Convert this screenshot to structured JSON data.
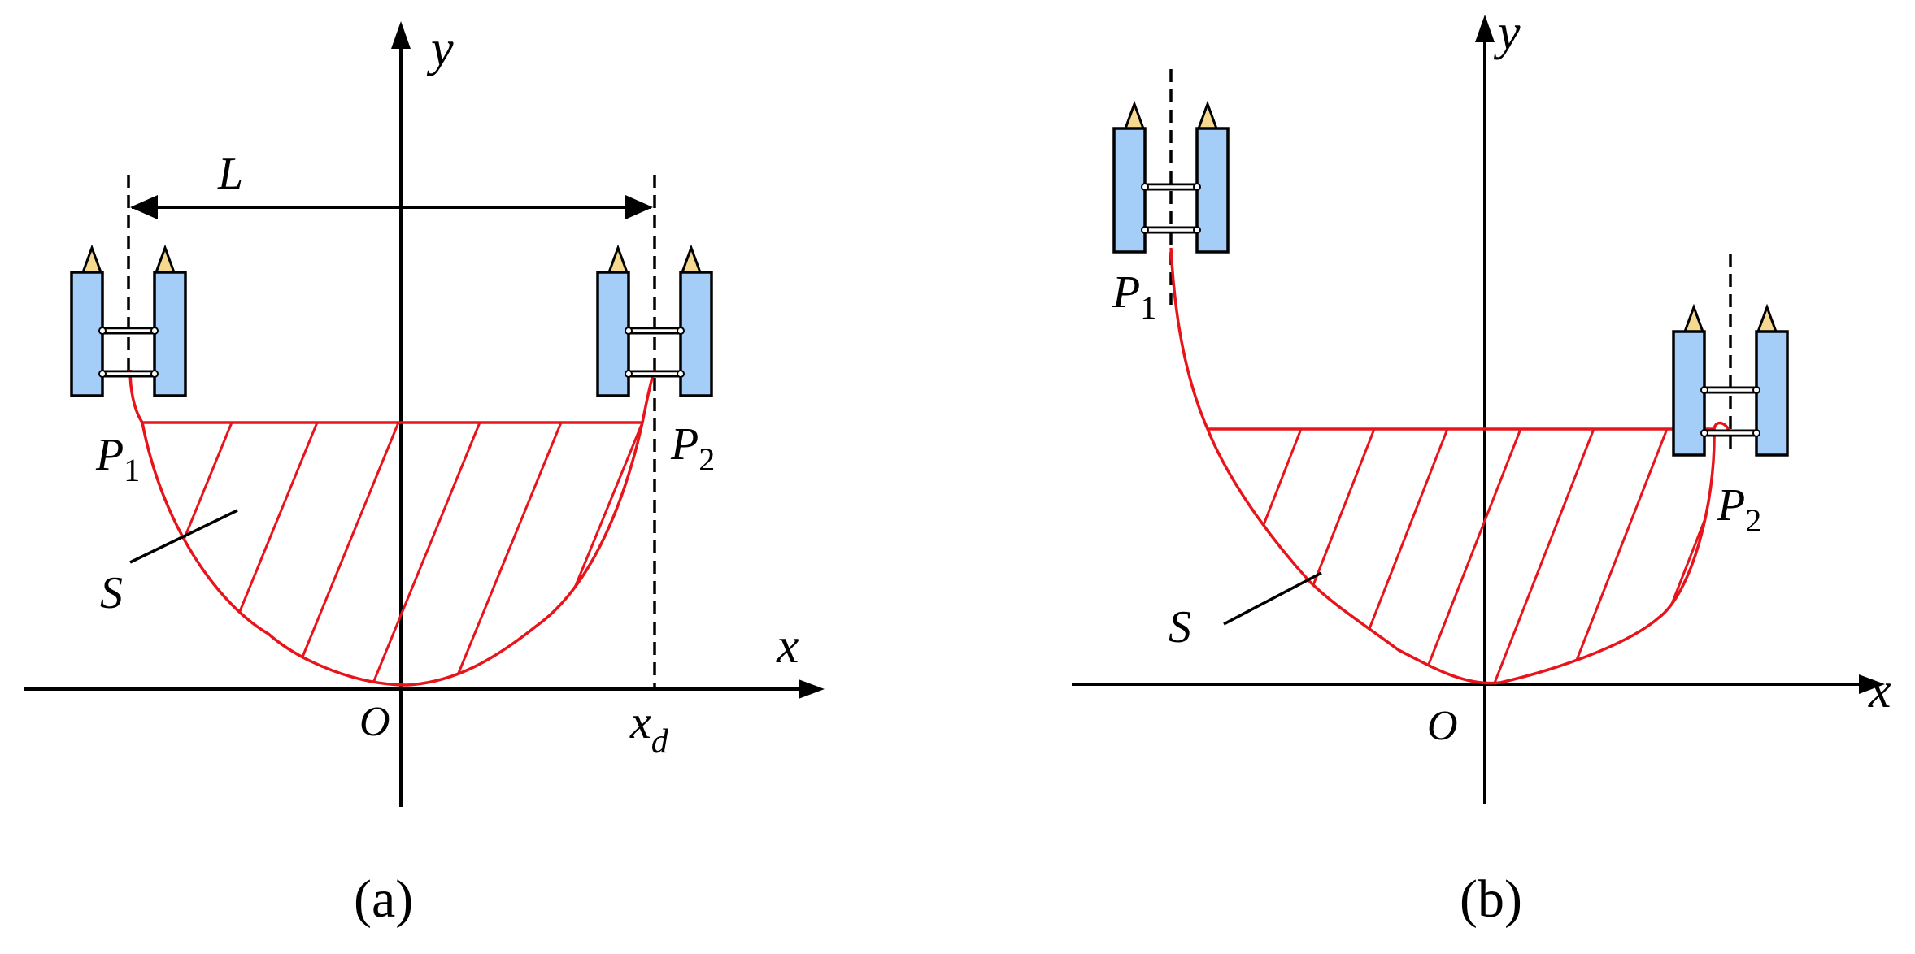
{
  "panels": [
    {
      "id": "a",
      "caption": "(a)",
      "x_axis_label": "x",
      "y_axis_label": "y",
      "origin_label": "O",
      "left_point": "P",
      "left_point_sub": "1",
      "right_point": "P",
      "right_point_sub": "2",
      "area_label": "S",
      "distance_label": "L",
      "xd_label": "x",
      "xd_sub": "d"
    },
    {
      "id": "b",
      "caption": "(b)",
      "x_axis_label": "x",
      "y_axis_label": "y",
      "origin_label": "O",
      "left_point": "P",
      "left_point_sub": "1",
      "right_point": "P",
      "right_point_sub": "2",
      "area_label": "S"
    }
  ],
  "colors": {
    "rope": "#e8141b",
    "hull": "#a4cdf7",
    "bow": "#f4d98e",
    "axis": "#000000"
  }
}
